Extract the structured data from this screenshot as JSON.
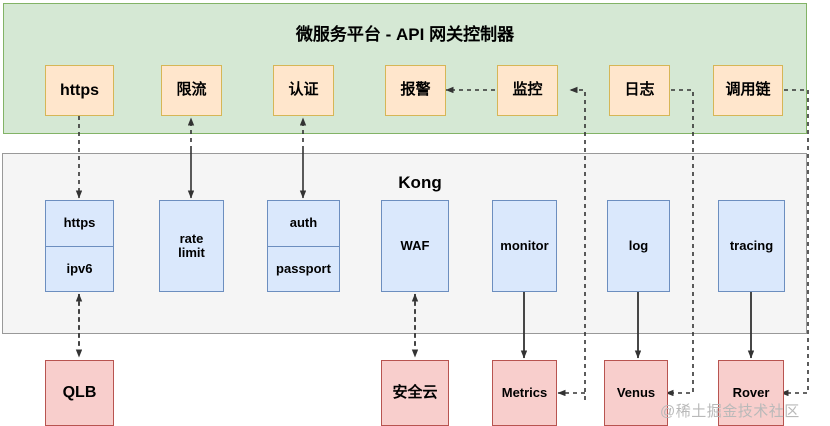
{
  "diagram": {
    "title": "微服务平台 - API 网关控制器",
    "watermark": "@稀土掘金技术社区",
    "colors": {
      "control_plane_fill": "#d5e8d4",
      "control_plane_stroke": "#82b366",
      "gateway_fill": "#f5f5f5",
      "gateway_stroke": "#999999",
      "control_node_fill": "#ffe6cc",
      "control_node_stroke": "#d6b656",
      "plugin_node_fill": "#dae8fc",
      "plugin_node_stroke": "#6c8ebf",
      "backend_node_fill": "#f8cecc",
      "backend_node_stroke": "#b85450",
      "edge_color": "#333333"
    },
    "control_plane": {
      "title": "微服务平台 - API 网关控制器",
      "nodes": [
        {
          "id": "https",
          "label": "https"
        },
        {
          "id": "ratelimit",
          "label": "限流"
        },
        {
          "id": "auth",
          "label": "认证"
        },
        {
          "id": "alert",
          "label": "报警"
        },
        {
          "id": "monitor",
          "label": "监控"
        },
        {
          "id": "log",
          "label": "日志"
        },
        {
          "id": "tracing",
          "label": "调用链"
        }
      ]
    },
    "gateway": {
      "title": "Kong",
      "nodes": [
        {
          "id": "https-ipv6",
          "cells": [
            "https",
            "ipv6"
          ]
        },
        {
          "id": "rate-limit",
          "cells": [
            "rate\nlimit"
          ]
        },
        {
          "id": "auth-passport",
          "cells": [
            "auth",
            "passport"
          ]
        },
        {
          "id": "waf",
          "cells": [
            "WAF"
          ]
        },
        {
          "id": "monitor",
          "cells": [
            "monitor"
          ]
        },
        {
          "id": "log",
          "cells": [
            "log"
          ]
        },
        {
          "id": "tracing",
          "cells": [
            "tracing"
          ]
        }
      ]
    },
    "backends": {
      "nodes": [
        {
          "id": "qlb",
          "label": "QLB"
        },
        {
          "id": "secloud",
          "label": "安全云"
        },
        {
          "id": "metrics",
          "label": "Metrics"
        },
        {
          "id": "venus",
          "label": "Venus"
        },
        {
          "id": "rover",
          "label": "Rover"
        }
      ]
    }
  }
}
